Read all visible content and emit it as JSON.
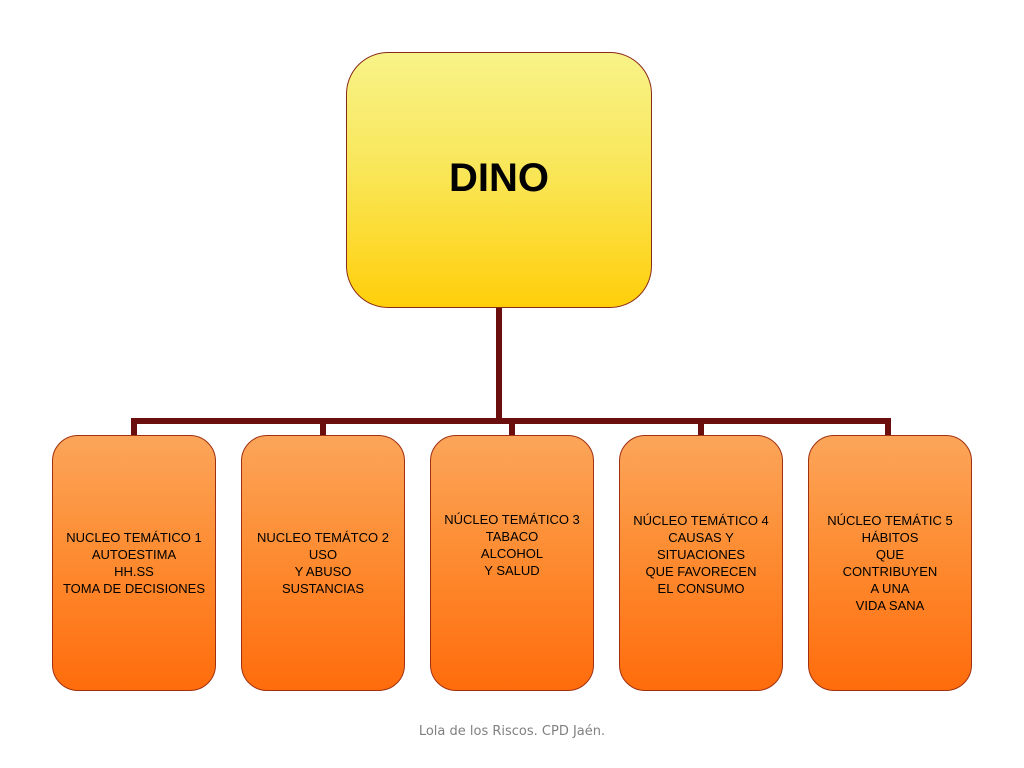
{
  "root": {
    "title": "DINO"
  },
  "nodes": [
    {
      "lines": [
        "NUCLEO TEMÁTICO 1",
        "AUTOESTIMA",
        "HH.SS",
        "TOMA DE DECISIONES"
      ]
    },
    {
      "lines": [
        "NUCLEO TEMÁTCO 2",
        "USO",
        "Y ABUSO",
        "SUSTANCIAS"
      ]
    },
    {
      "lines": [
        "NÚCLEO TEMÁTICO 3",
        "TABACO",
        "ALCOHOL",
        "Y SALUD"
      ]
    },
    {
      "lines": [
        "NÚCLEO TEMÁTICO 4",
        "CAUSAS Y",
        "SITUACIONES",
        "QUE FAVORECEN",
        "EL CONSUMO"
      ]
    },
    {
      "lines": [
        "NÚCLEO TEMÁTIC 5",
        "HÁBITOS",
        "QUE",
        "CONTRIBUYEN",
        "A UNA",
        "VIDA SANA"
      ]
    }
  ],
  "footer": "Lola de los Riscos. CPD Jaén.",
  "colors": {
    "root_fill_top": "#f8f389",
    "root_fill_bottom": "#ffcf0a",
    "node_fill_top": "#fba55a",
    "node_fill_bottom": "#ff6c0c",
    "connector": "#6b0e0e"
  }
}
